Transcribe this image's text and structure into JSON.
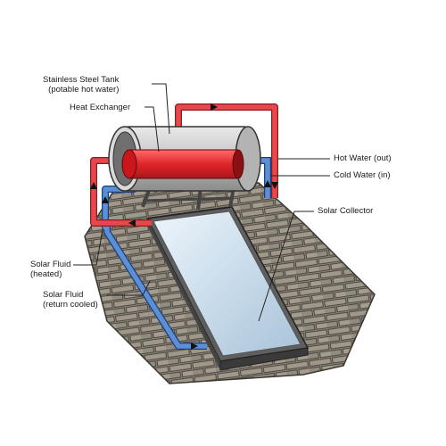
{
  "diagram": {
    "labels": {
      "tank": {
        "line1": "Stainless Steel Tank",
        "line2": "(potable hot water)"
      },
      "heat_exchanger": "Heat Exchanger",
      "hot_water": "Hot Water (out)",
      "cold_water": "Cold Water (in)",
      "solar_collector": "Solar Collector",
      "solar_fluid_heated": {
        "line1": "Solar Fluid",
        "line2": "(heated)"
      },
      "solar_fluid_return": {
        "line1": "Solar Fluid",
        "line2": "(return cooled)"
      }
    },
    "colors": {
      "hot_pipe": "#e8474c",
      "cold_pipe": "#5b8fd6",
      "roof_tile": "#8a8478",
      "tank_steel": "#b9b9b9",
      "heat_exchanger": "#e0262b",
      "collector_glass": "#c9dceb"
    }
  }
}
